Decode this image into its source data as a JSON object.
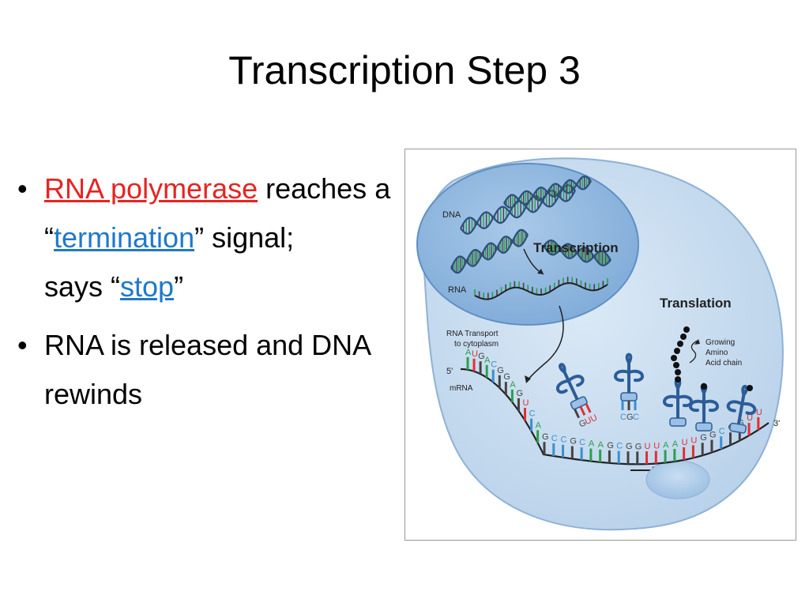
{
  "title": "Transcription Step 3",
  "bullets": [
    {
      "polymerase": "RNA polymerase",
      "reaches": " reaches a",
      "open_quote": "“",
      "termination": "termination",
      "close_signal": "” signal;",
      "says": "says “",
      "stop": "stop",
      "close_quote": "”"
    },
    {
      "text": "RNA is released and DNA rewinds"
    }
  ],
  "bullet_glyph": "•",
  "diagram": {
    "labels": {
      "dna": "DNA",
      "transcription": "Transcription",
      "rna": "RNA",
      "translation": "Translation",
      "transport_line1": "RNA Transport",
      "transport_line2": "to cytoplasm",
      "growing_line1": "Growing",
      "growing_line2": "Amino",
      "growing_line3": "Acid chain",
      "five_prime": "5'",
      "mrna": "mRNA",
      "three_prime": "3'"
    },
    "codon_sequence": [
      "A",
      "U",
      "G",
      "A",
      "C",
      "G",
      "G",
      "A",
      "G",
      "U",
      "C",
      "A",
      "G",
      "C",
      "C",
      "G",
      "C",
      "A",
      "A",
      "G",
      "C",
      "G",
      "G",
      "U",
      "U",
      "A",
      "A",
      "U",
      "U",
      "G",
      "G",
      "C",
      "G",
      "G",
      "U",
      "U"
    ],
    "trna_anticodons": [
      {
        "letters": [
          "G",
          "U",
          "U"
        ]
      },
      {
        "letters": [
          "C",
          "G",
          "C"
        ]
      }
    ],
    "base_colors": {
      "A": "#2aa04a",
      "U": "#e03030",
      "G": "#444444",
      "C": "#3a8fd0"
    }
  }
}
